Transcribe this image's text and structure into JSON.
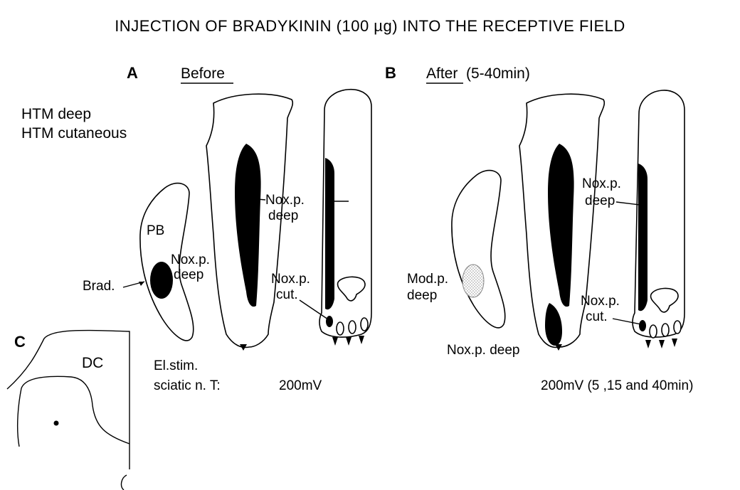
{
  "title": "INJECTION OF BRADYKININ (100 µg) INTO THE RECEPTIVE FIELD",
  "panel_a": {
    "letter": "A",
    "heading": "Before"
  },
  "panel_b": {
    "letter": "B",
    "heading": "After",
    "heading_suffix": "(5-40min)"
  },
  "panel_c": {
    "letter": "C",
    "region": "DC"
  },
  "legend": {
    "line1": "HTM deep",
    "line2": "HTM cutaneous"
  },
  "labels": {
    "pb": "PB",
    "brad": "Brad.",
    "noxp": "Nox.p.",
    "deep": "deep",
    "cut": "cut.",
    "modp": "Mod.p.",
    "noxp_deep": "Nox.p. deep"
  },
  "stim": {
    "line1": "El.stim.",
    "line2": "sciatic n. T:",
    "before_value": "200mV",
    "after_value": "200mV (5 ,15 and 40min)"
  },
  "colors": {
    "ink": "#000000",
    "paper": "#ffffff",
    "stipple": "#9a9a9a"
  }
}
